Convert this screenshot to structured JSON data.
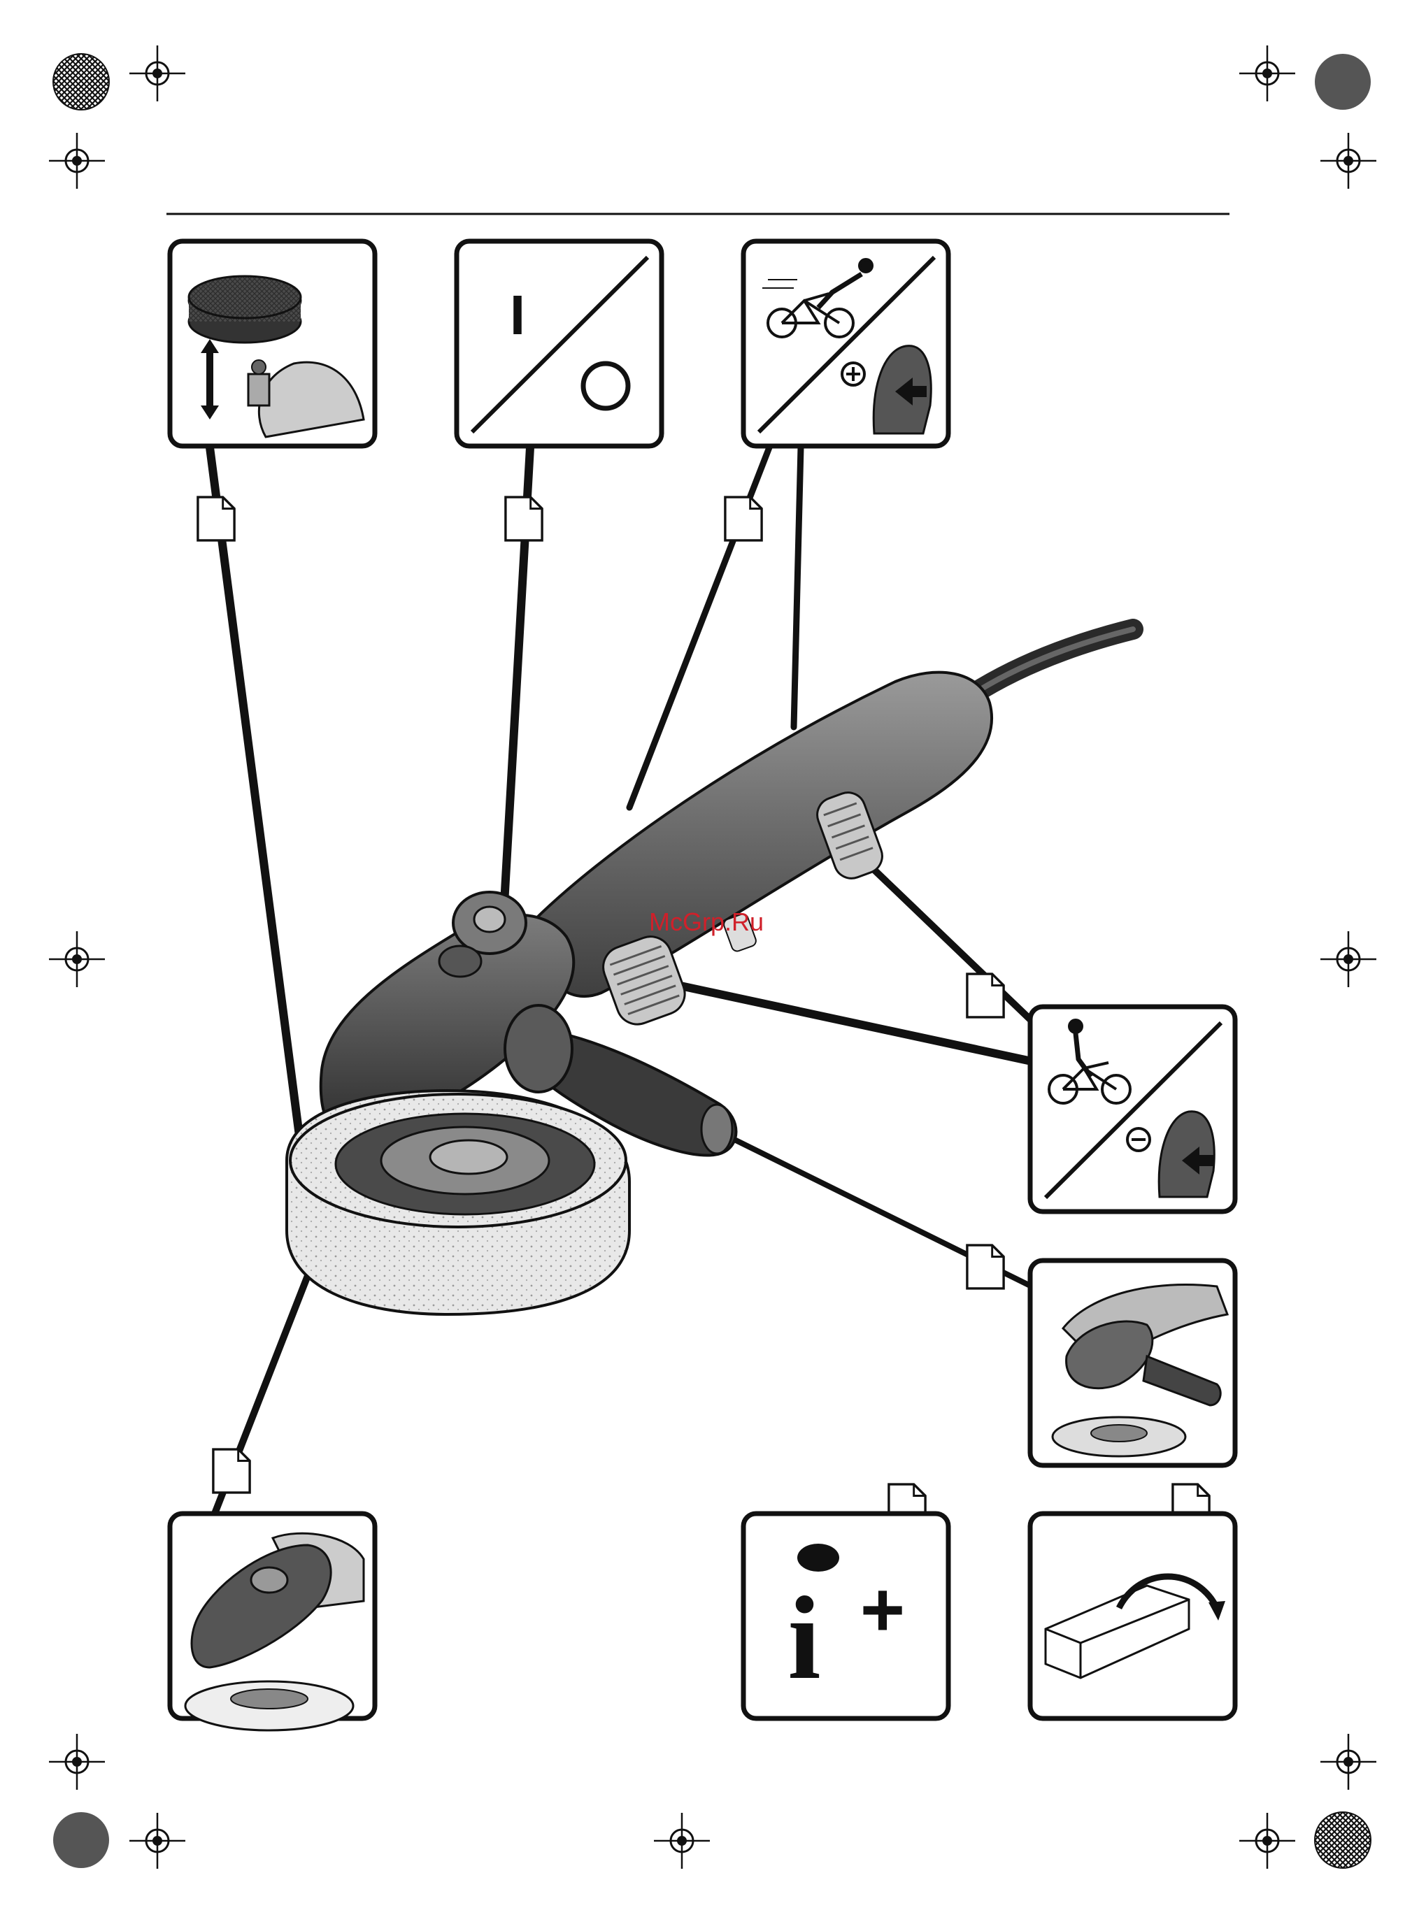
{
  "watermark": "McGrp.Ru",
  "panels": {
    "start_stop": {
      "on_symbol": "I",
      "off_symbol": "O"
    },
    "info": {
      "symbol": "i",
      "plus": "+"
    }
  },
  "icons": {
    "registration_mark": "crosshair-circle-icon",
    "color_target": "sunburst-target-icon",
    "document": "document-page-icon",
    "bicycle_plus": "bicycle-speed-increase-icon",
    "bicycle_minus": "bicycle-speed-decrease-icon"
  },
  "colors": {
    "ink": "#111111",
    "tool_body": "#6b6b6b",
    "tool_dark": "#3a3a3a",
    "pad": "#e6e6e6",
    "watermark": "#d0202a"
  }
}
